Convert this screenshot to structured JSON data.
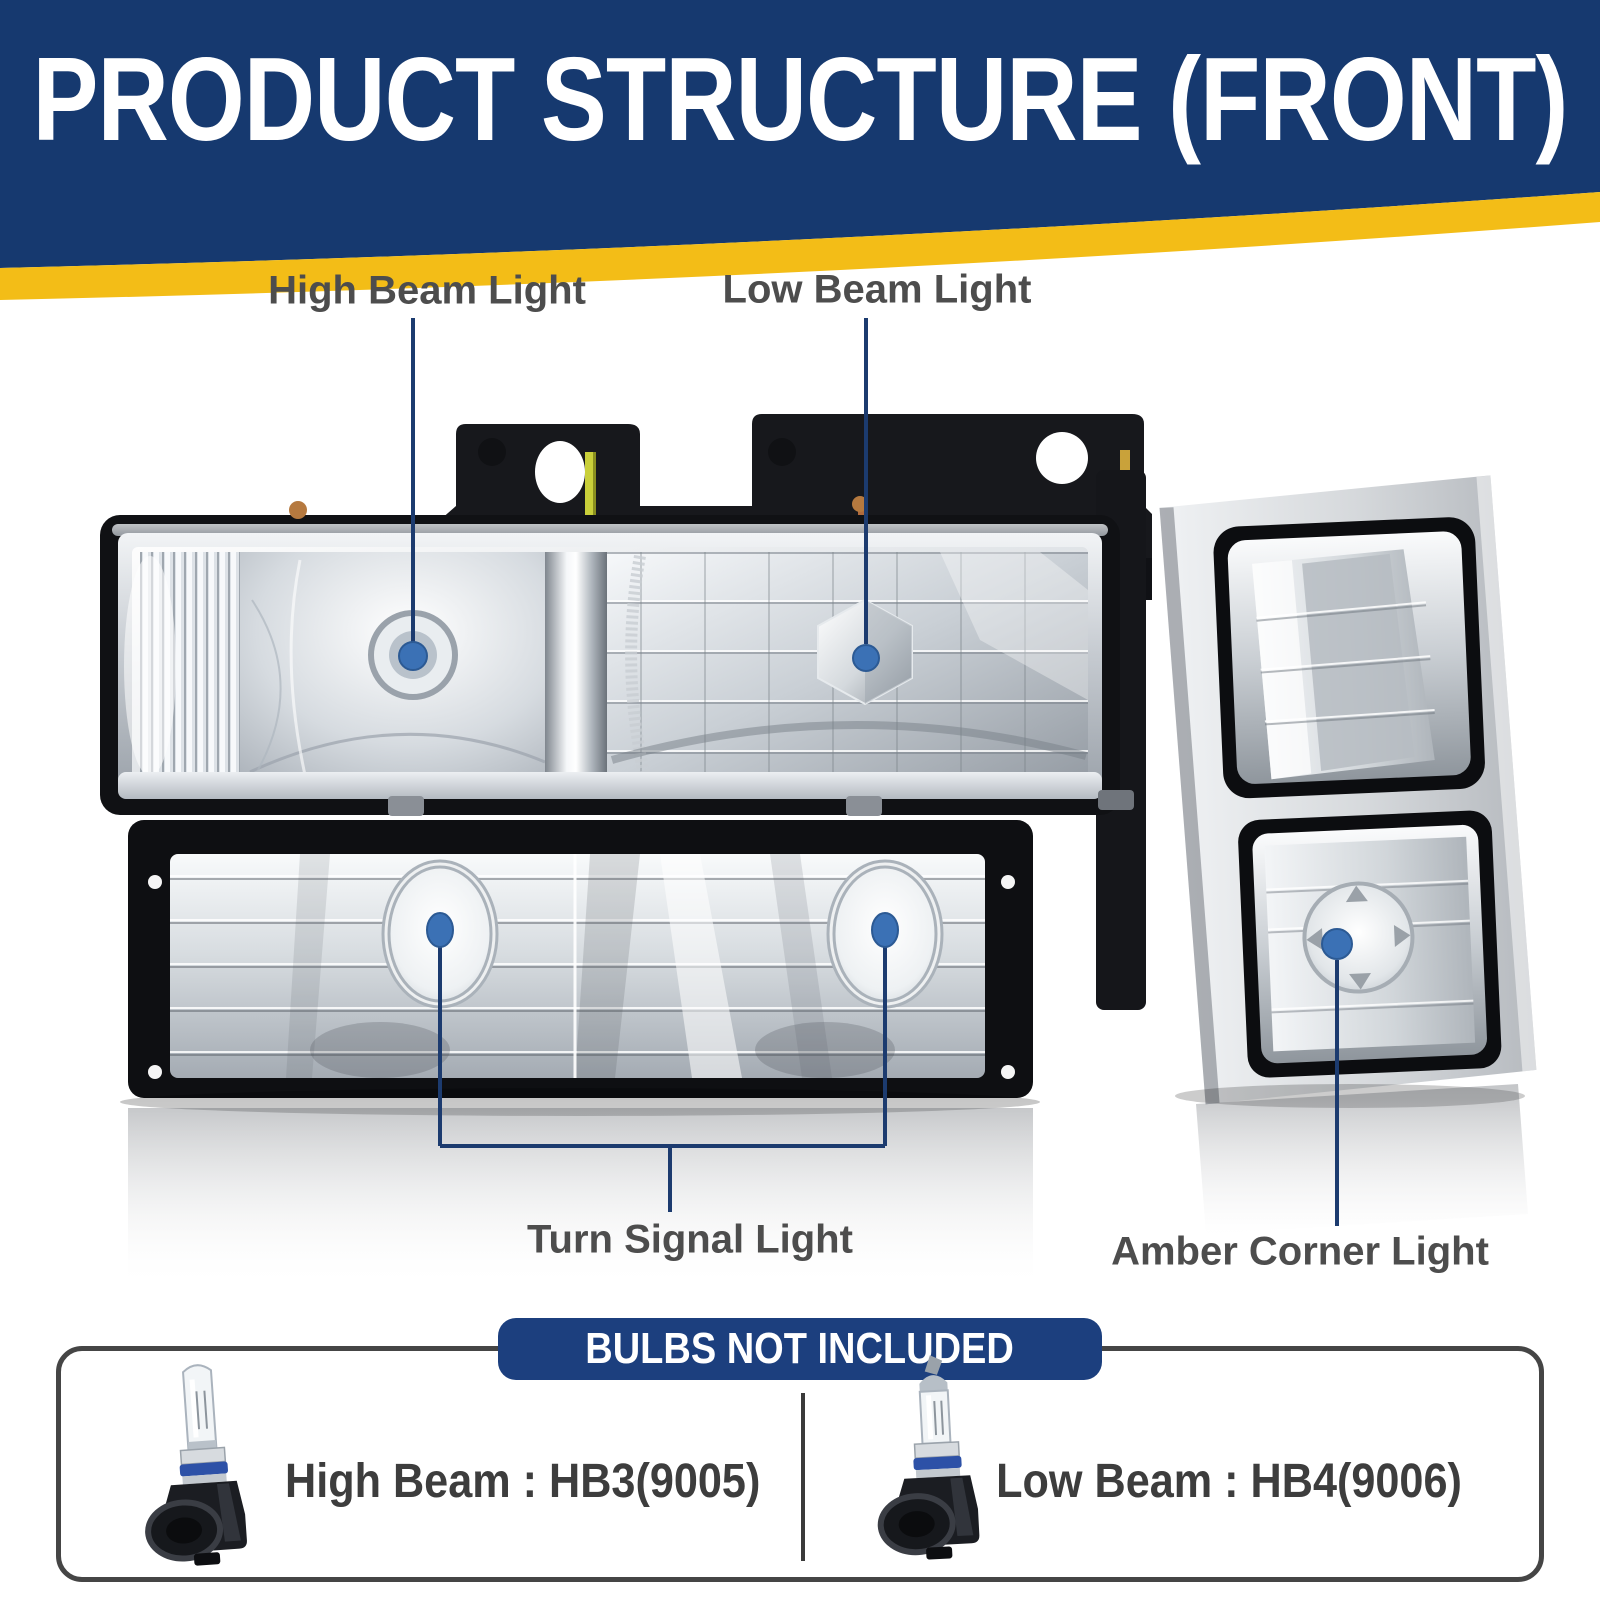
{
  "header": {
    "title": "PRODUCT STRUCTURE (FRONT)",
    "banner_color": "#16396F",
    "swoosh_color": "#F3BD17"
  },
  "callouts": {
    "high_beam": {
      "label": "High Beam Light"
    },
    "low_beam": {
      "label": "Low Beam Light"
    },
    "turn_signal": {
      "label": "Turn Signal Light"
    },
    "amber_corner": {
      "label": "Amber Corner Light"
    },
    "line_color": "#1C3B6F",
    "dot_color": "#3B71B5",
    "label_color": "#4D4D4D"
  },
  "product": {
    "parts": [
      "mounting-bracket",
      "high-beam-reflector",
      "low-beam-reflector",
      "turn-signal-lamp",
      "corner-light"
    ]
  },
  "bulbs_section": {
    "title": "BULBS NOT INCLUDED",
    "title_bg": "#1C3F7E",
    "border_color": "#454545",
    "items": [
      {
        "icon": "high-beam-bulb-icon",
        "label": "High Beam :  HB3(9005)"
      },
      {
        "icon": "low-beam-bulb-icon",
        "label": "Low Beam : HB4(9006)"
      }
    ]
  }
}
